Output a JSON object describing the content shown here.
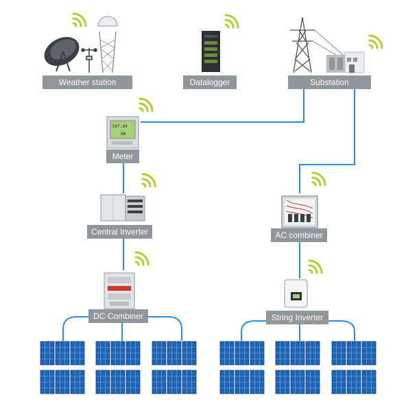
{
  "nodes": {
    "weather_station": "Weather station",
    "datalogger": "Datalogger",
    "substation": "Substation",
    "meter": "Meter",
    "central_inverter": "Central Inverter",
    "ac_combiner": "AC combiner",
    "dc_combiner": "DC Combiner",
    "string_inverter": "String Inverter"
  },
  "meter_display": {
    "line1": "597.84",
    "line2": "kW"
  },
  "colors": {
    "connection": "#2a8fd6",
    "label_bg": "#8f969c",
    "wireless": "#b5cc2e",
    "solar_panel": "#1f63b3",
    "equipment": "#d9dcdf"
  },
  "icons": [
    "wireless-signal-icon",
    "satellite-dish-icon",
    "radar-tower-icon",
    "transmission-tower-icon",
    "solar-panel-icon"
  ]
}
